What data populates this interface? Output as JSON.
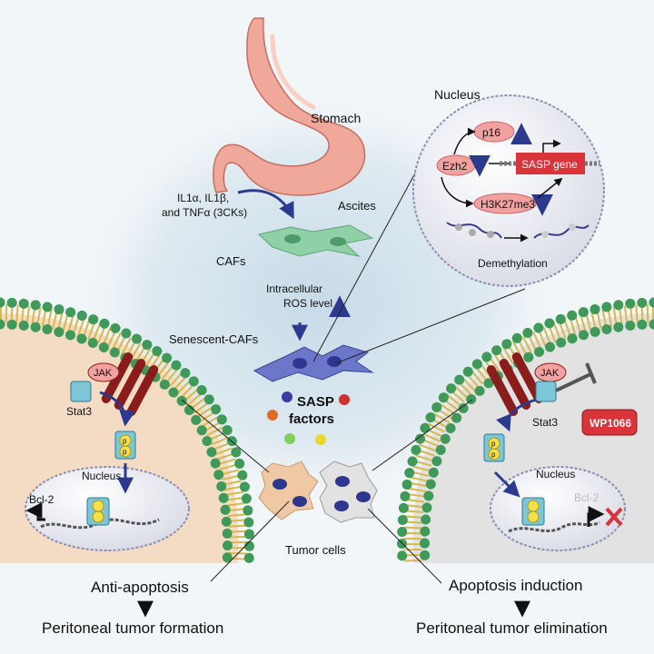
{
  "labels": {
    "stomach": "Stomach",
    "cytokines_line1": "IL1α, IL1β,",
    "cytokines_line2": "and TNFα (3CKs)",
    "ascites": "Ascites",
    "cafs": "CAFs",
    "ros_line1": "Intracellular",
    "ros_line2": "ROS level",
    "senescent_cafs": "Senescent-CAFs",
    "sasp_line1": "SASP",
    "sasp_line2": "factors",
    "tumor_cells": "Tumor cells"
  },
  "nucleus_inset": {
    "title": "Nucleus",
    "p16": "p16",
    "ezh2": "Ezh2",
    "sasp_gene": "SASP gene",
    "h3k27me3": "H3K27me3",
    "demethylation": "Demethylation"
  },
  "left_cell": {
    "jak": "JAK",
    "stat3": "Stat3",
    "p1": "p",
    "p2": "p",
    "nucleus": "Nucleus",
    "bcl2": "Bcl-2",
    "outcome": "Anti-apoptosis",
    "result": "Peritoneal tumor formation"
  },
  "right_cell": {
    "jak": "JAK",
    "stat3": "Stat3",
    "inhibitor": "WP1066",
    "p1": "p",
    "p2": "p",
    "nucleus": "Nucleus",
    "bcl2": "Bcl-2",
    "outcome": "Apoptosis induction",
    "result": "Peritoneal tumor elimination"
  },
  "colors": {
    "membrane_bead": "#3f9a5a",
    "membrane_tail": "#d8b84a",
    "left_cytoplasm": "#f4dcc4",
    "right_cytoplasm": "#e2e2e2",
    "receptor": "#8a1c1c",
    "stat3_box": "#7cc6d8",
    "p_circle": "#f4e04a",
    "arrow": "#2b3a8f",
    "stomach": "#f0a89a",
    "cafs": "#8fd0a6",
    "senescent": "#4a55b0",
    "inhibitor_red": "#d8343a"
  }
}
